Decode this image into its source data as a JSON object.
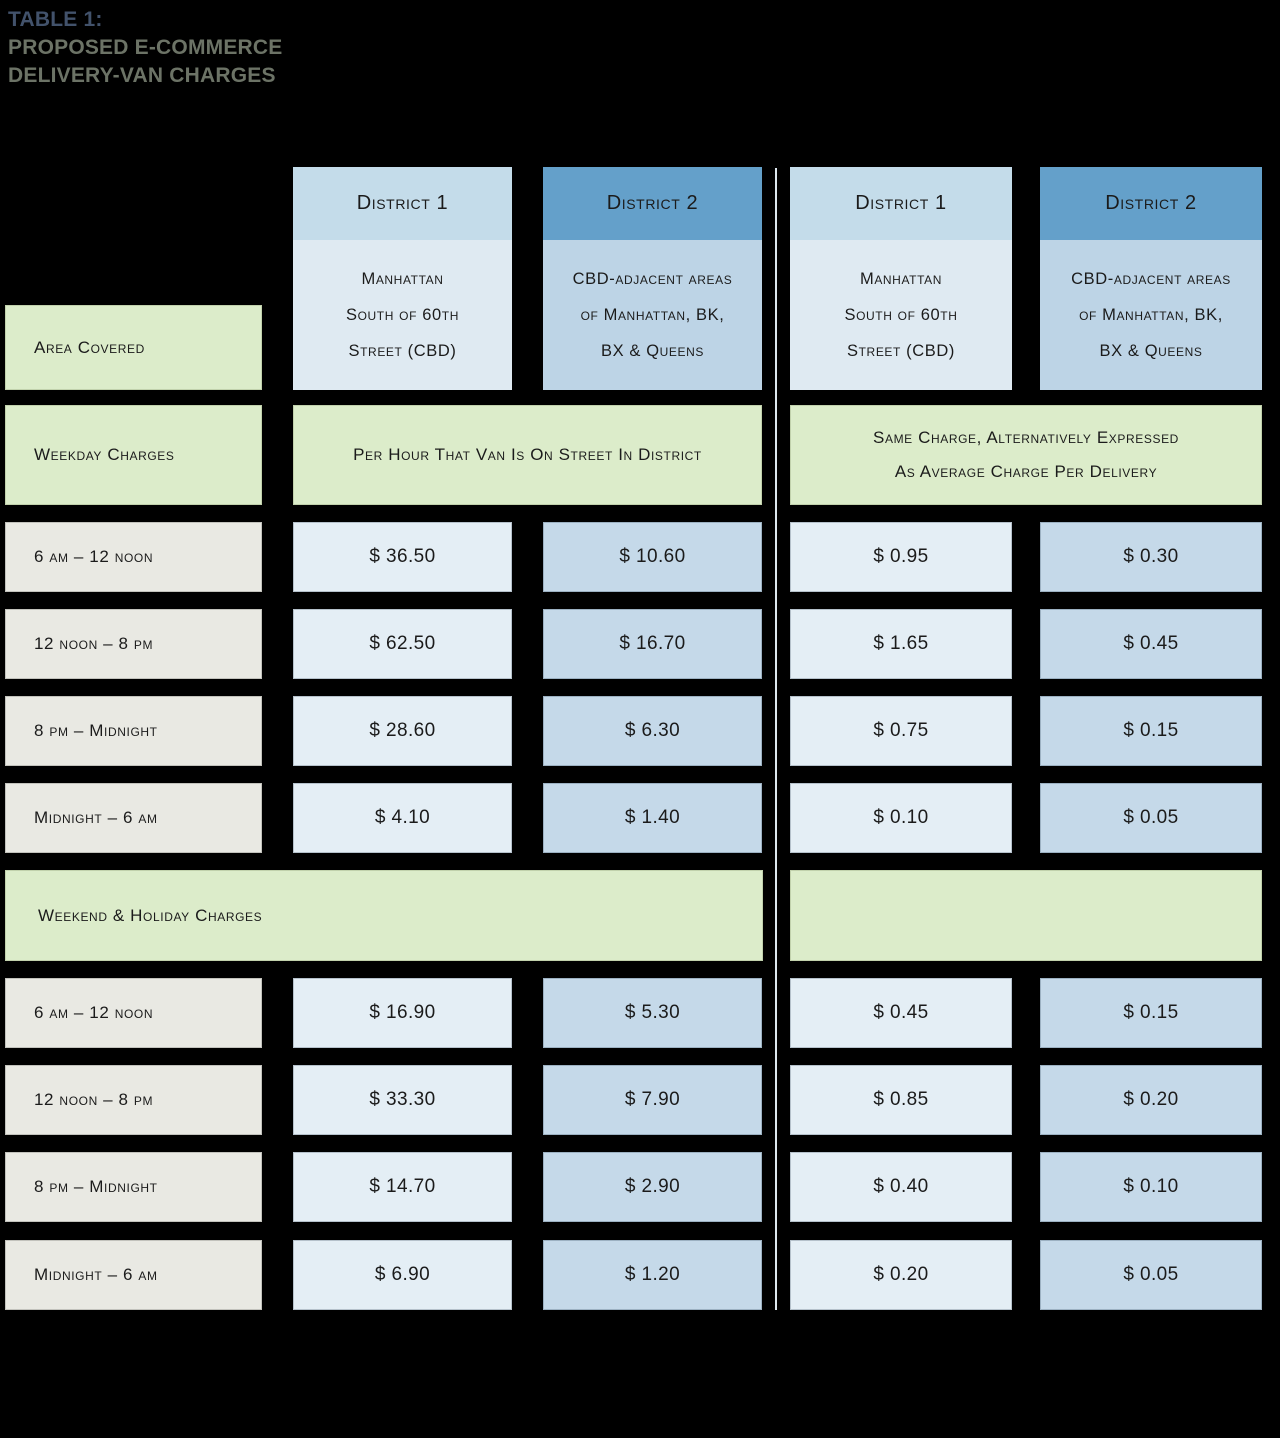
{
  "title": {
    "line1": "TABLE 1:",
    "line2_3": "PROPOSED E-COMMERCE\nDELIVERY-VAN CHARGES"
  },
  "columns": {
    "district1": {
      "header": "District 1",
      "area": "Manhattan\nSouth of 60th\nStreet (CBD)"
    },
    "district2": {
      "header": "District 2",
      "area": "CBD-adjacent areas\nof Manhattan, BK,\nBX & Queens"
    }
  },
  "labels": {
    "area_covered": "Area Covered",
    "weekday_charges": "Weekday Charges",
    "weekend_charges": "Weekend & Holiday Charges",
    "left_unit": "Per Hour That Van Is On Street In District",
    "right_unit": "Same Charge, Alternatively Expressed\nAs Average Charge Per Delivery"
  },
  "weekday_rows": [
    {
      "label": "6 am – 12 noon",
      "values": [
        "$ 36.50",
        "$ 10.60",
        "$ 0.95",
        "$ 0.30"
      ]
    },
    {
      "label": "12 noon – 8 pm",
      "values": [
        "$ 62.50",
        "$ 16.70",
        "$ 1.65",
        "$ 0.45"
      ]
    },
    {
      "label": "8 pm – Midnight",
      "values": [
        "$ 28.60",
        "$ 6.30",
        "$ 0.75",
        "$ 0.15"
      ]
    },
    {
      "label": "Midnight – 6 am",
      "values": [
        "$ 4.10",
        "$ 1.40",
        "$ 0.10",
        "$ 0.05"
      ]
    }
  ],
  "weekend_rows": [
    {
      "label": "6 am – 12 noon",
      "values": [
        "$ 16.90",
        "$ 5.30",
        "$ 0.45",
        "$ 0.15"
      ]
    },
    {
      "label": "12 noon – 8 pm",
      "values": [
        "$ 33.30",
        "$ 7.90",
        "$ 0.85",
        "$ 0.20"
      ]
    },
    {
      "label": "8 pm – Midnight",
      "values": [
        "$ 14.70",
        "$ 2.90",
        "$ 0.40",
        "$ 0.10"
      ]
    },
    {
      "label": "Midnight – 6 am",
      "values": [
        "$ 6.90",
        "$ 1.20",
        "$ 0.20",
        "$ 0.05"
      ]
    }
  ],
  "colors": {
    "background": "#000000",
    "title_blue": "#42526b",
    "title_olive": "#6c7366",
    "district1_header": "#c4dcea",
    "district1_body": "#dfeaf2",
    "district1_value": "#e4eef5",
    "district2_header": "#64a0ca",
    "district2_body": "#bdd4e6",
    "district2_value": "#c5d9e9",
    "green_label": "#dcecca",
    "gray_label": "#e9e9e3",
    "divider": "#dde7ee"
  },
  "chart_data": {
    "type": "table",
    "title": "TABLE 1: PROPOSED E-COMMERCE DELIVERY-VAN CHARGES",
    "column_groups": [
      "Per hour that van is on street in district",
      "Same charge, alternatively expressed as average charge per delivery"
    ],
    "columns": [
      "District 1 — Manhattan south of 60th Street (CBD) — per hour",
      "District 2 — CBD-adjacent areas of Manhattan, BK, BX & Queens — per hour",
      "District 1 — Manhattan south of 60th Street (CBD) — per delivery",
      "District 2 — CBD-adjacent areas of Manhattan, BK, BX & Queens — per delivery"
    ],
    "sections": [
      {
        "name": "Weekday charges",
        "rows": [
          {
            "time": "6 am – 12 noon",
            "values": [
              36.5,
              10.6,
              0.95,
              0.3
            ]
          },
          {
            "time": "12 noon – 8 pm",
            "values": [
              62.5,
              16.7,
              1.65,
              0.45
            ]
          },
          {
            "time": "8 pm – Midnight",
            "values": [
              28.6,
              6.3,
              0.75,
              0.15
            ]
          },
          {
            "time": "Midnight – 6 am",
            "values": [
              4.1,
              1.4,
              0.1,
              0.05
            ]
          }
        ]
      },
      {
        "name": "Weekend & holiday charges",
        "rows": [
          {
            "time": "6 am – 12 noon",
            "values": [
              16.9,
              5.3,
              0.45,
              0.15
            ]
          },
          {
            "time": "12 noon – 8 pm",
            "values": [
              33.3,
              7.9,
              0.85,
              0.2
            ]
          },
          {
            "time": "8 pm – Midnight",
            "values": [
              14.7,
              2.9,
              0.4,
              0.1
            ]
          },
          {
            "time": "Midnight – 6 am",
            "values": [
              6.9,
              1.2,
              0.2,
              0.05
            ]
          }
        ]
      }
    ],
    "currency": "USD"
  }
}
